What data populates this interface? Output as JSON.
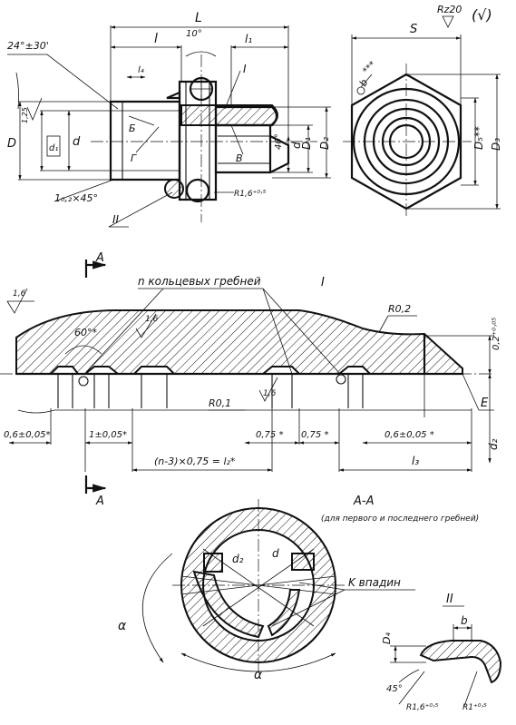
{
  "roughness": {
    "top_right": "Rz20",
    "check_mark": "(√)"
  },
  "view1": {
    "L": "L",
    "l": "l",
    "l1": "l₁",
    "l4": "l₄",
    "angle_10": "10°",
    "angle_24": "24°±30'",
    "ra_125": "1,25",
    "D": "D",
    "d1": "d₁",
    "d": "d",
    "chamfer": "1₀,₂×45°",
    "label_I": "I",
    "label_II": "II",
    "label_B": "Б",
    "label_G": "Г",
    "label_V": "В",
    "angle_40": "40°",
    "d_right": "d",
    "D1": "D₁",
    "D2": "D₂",
    "R16": "R1,6⁺⁰˒⁵"
  },
  "view2": {
    "S": "S",
    "b": "b",
    "stars": "***",
    "D5": "D₅**",
    "D3": "D₃"
  },
  "detail": {
    "A_top": "A",
    "A_bottom": "A",
    "n_label": "n кольцевых гребней",
    "I_label": "I",
    "ra16_left": "1,6",
    "ra16_mid": "1,6",
    "angle_60": "60°*",
    "R02": "R0,2",
    "dim_02": "0,2⁺⁰˒⁰⁵",
    "R01": "R0,1",
    "ra16_lower": "1,6",
    "E": "E",
    "d2": "d₂",
    "dim_06_left": "0,6±0,05*",
    "dim_1": "1±0,05*",
    "dim_075_a": "0,75 *",
    "dim_075_b": "0,75 *",
    "dim_06_right": "0,6±0,05 *",
    "dim_n": "(n-3)×0,75 = l₂*",
    "l3": "l₃"
  },
  "section": {
    "title": "A-A",
    "subtitle": "(для первого и последнего гребней)",
    "d2": "d₂",
    "d": "d",
    "k_label": "K впадин",
    "alpha_left": "α",
    "alpha_bottom": "α"
  },
  "detail2": {
    "title": "II",
    "b": "b",
    "D4": "D₄",
    "angle_45": "45°",
    "R16": "R1,6⁺⁰˒⁵",
    "R1": "R1⁺⁰˒⁵"
  }
}
